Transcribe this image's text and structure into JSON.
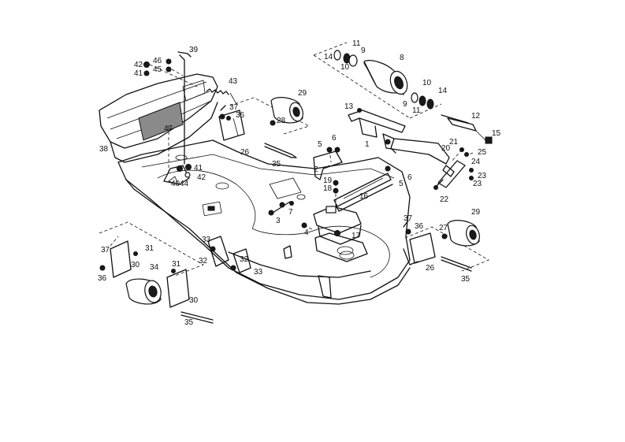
{
  "callouts": [
    {
      "id": "c46",
      "text": "46"
    },
    {
      "id": "c42a",
      "text": "42"
    },
    {
      "id": "c45",
      "text": "45"
    },
    {
      "id": "c41a",
      "text": "41"
    },
    {
      "id": "c39",
      "text": "39"
    },
    {
      "id": "c43",
      "text": "43"
    },
    {
      "id": "c47",
      "text": "47"
    },
    {
      "id": "c38",
      "text": "38"
    },
    {
      "id": "c40",
      "text": "40"
    },
    {
      "id": "c44",
      "text": "44"
    },
    {
      "id": "c41b",
      "text": "41"
    },
    {
      "id": "c42b",
      "text": "42"
    },
    {
      "id": "c37a",
      "text": "37"
    },
    {
      "id": "c36a",
      "text": "36"
    },
    {
      "id": "c29a",
      "text": "29"
    },
    {
      "id": "c28",
      "text": "28"
    },
    {
      "id": "c26a",
      "text": "26"
    },
    {
      "id": "c35a",
      "text": "35"
    },
    {
      "id": "c14a",
      "text": "14"
    },
    {
      "id": "c11a",
      "text": "11"
    },
    {
      "id": "c9a",
      "text": "9"
    },
    {
      "id": "c10a",
      "text": "10"
    },
    {
      "id": "c8",
      "text": "8"
    },
    {
      "id": "c10b",
      "text": "10"
    },
    {
      "id": "c14b",
      "text": "14"
    },
    {
      "id": "c9b",
      "text": "9"
    },
    {
      "id": "c11b",
      "text": "11"
    },
    {
      "id": "c13",
      "text": "13"
    },
    {
      "id": "c12",
      "text": "12"
    },
    {
      "id": "c15",
      "text": "15"
    },
    {
      "id": "c1",
      "text": "1"
    },
    {
      "id": "c5a",
      "text": "5"
    },
    {
      "id": "c6a",
      "text": "6"
    },
    {
      "id": "c2",
      "text": "2"
    },
    {
      "id": "c20",
      "text": "20"
    },
    {
      "id": "c21",
      "text": "21"
    },
    {
      "id": "c25",
      "text": "25"
    },
    {
      "id": "c24",
      "text": "24"
    },
    {
      "id": "c23a",
      "text": "23"
    },
    {
      "id": "c23b",
      "text": "23"
    },
    {
      "id": "c22",
      "text": "22"
    },
    {
      "id": "c6b",
      "text": "6"
    },
    {
      "id": "c5b",
      "text": "5"
    },
    {
      "id": "c19",
      "text": "19"
    },
    {
      "id": "c18",
      "text": "18"
    },
    {
      "id": "c16",
      "text": "16"
    },
    {
      "id": "c7",
      "text": "7"
    },
    {
      "id": "c3",
      "text": "3"
    },
    {
      "id": "c4",
      "text": "4"
    },
    {
      "id": "c17",
      "text": "17"
    },
    {
      "id": "c37b",
      "text": "37"
    },
    {
      "id": "c36b",
      "text": "36"
    },
    {
      "id": "c29b",
      "text": "29"
    },
    {
      "id": "c27",
      "text": "27"
    },
    {
      "id": "c26b",
      "text": "26"
    },
    {
      "id": "c35b",
      "text": "35"
    },
    {
      "id": "c33a",
      "text": "33"
    },
    {
      "id": "c32a",
      "text": "32"
    },
    {
      "id": "c32b",
      "text": "32"
    },
    {
      "id": "c33b",
      "text": "33"
    },
    {
      "id": "c37c",
      "text": "37"
    },
    {
      "id": "c31a",
      "text": "31"
    },
    {
      "id": "c30a",
      "text": "30"
    },
    {
      "id": "c34",
      "text": "34"
    },
    {
      "id": "c36c",
      "text": "36"
    },
    {
      "id": "c31b",
      "text": "31"
    },
    {
      "id": "c30b",
      "text": "30"
    },
    {
      "id": "c35c",
      "text": "35"
    }
  ]
}
